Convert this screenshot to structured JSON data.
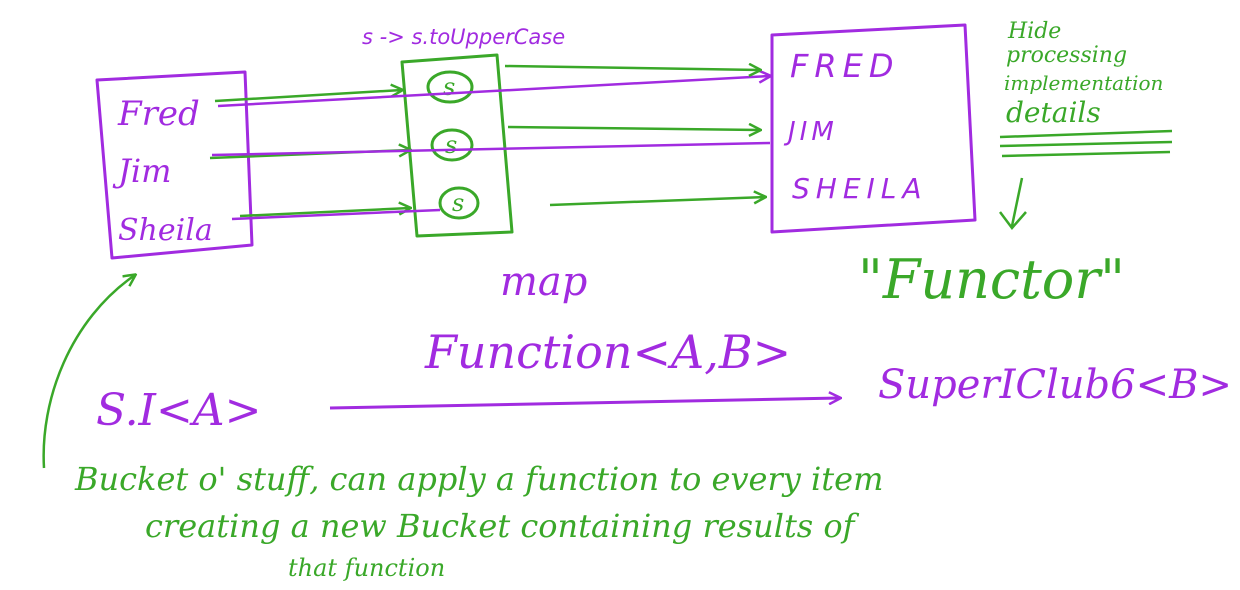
{
  "colors": {
    "purple": "#a12be0",
    "green": "#3aa829",
    "background": "#ffffff"
  },
  "input_box": {
    "items": [
      "Fred",
      "Jim",
      "Sheila"
    ]
  },
  "mapper": {
    "label": "s -> s.toUpperCase"
  },
  "output_box": {
    "items": [
      "FRED",
      "JIM",
      "SHEILA"
    ]
  },
  "side_note": {
    "lines": [
      "Hide",
      "processing",
      "implementation",
      "details"
    ]
  },
  "functor_label": "\"Functor\"",
  "map_label": "map",
  "function_label": "Function<A,B>",
  "source_type": "S.I<A>",
  "target_type": "SuperIClub6<B>",
  "description": {
    "lines": [
      "Bucket o' stuff, can apply a function to every item",
      "creating a new Bucket containing results of",
      "that function"
    ]
  }
}
